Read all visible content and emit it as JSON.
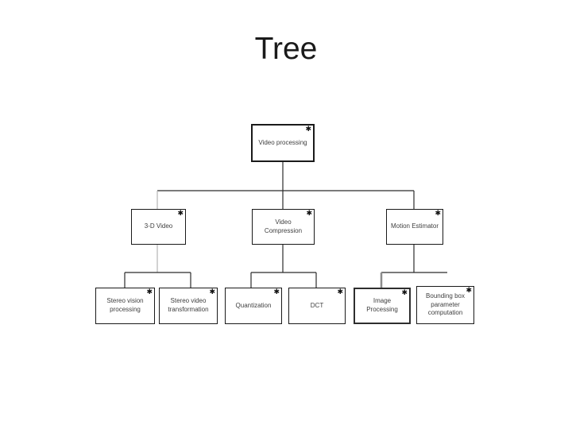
{
  "slide": {
    "title": "Tree"
  },
  "diagram": {
    "type": "tree",
    "star_icon": "✱",
    "line_color": "#2b2b2b",
    "nodes": [
      {
        "id": "video-processing",
        "label": "Video processing",
        "level": 1,
        "parent": null
      },
      {
        "id": "3d-video",
        "label": "3-D Video",
        "level": 2,
        "parent": "video-processing"
      },
      {
        "id": "video-compression",
        "label": "Video\nCompression",
        "level": 2,
        "parent": "video-processing"
      },
      {
        "id": "motion-estimator",
        "label": "Motion Estimator",
        "level": 2,
        "parent": "video-processing"
      },
      {
        "id": "stereo-vision-processing",
        "label": "Stereo vision\nprocessing",
        "level": 3,
        "parent": "3d-video"
      },
      {
        "id": "stereo-video-transformation",
        "label": "Stereo video\ntransformation",
        "level": 3,
        "parent": "3d-video"
      },
      {
        "id": "quantization",
        "label": "Quantization",
        "level": 3,
        "parent": "video-compression"
      },
      {
        "id": "dct",
        "label": "DCT",
        "level": 3,
        "parent": "video-compression"
      },
      {
        "id": "image-processing",
        "label": "Image\nProcessing",
        "level": 3,
        "parent": "motion-estimator"
      },
      {
        "id": "bounding-box-parameter-computation",
        "label": "Bounding box\nparameter\ncomputation",
        "level": 3,
        "parent": "motion-estimator"
      }
    ]
  }
}
